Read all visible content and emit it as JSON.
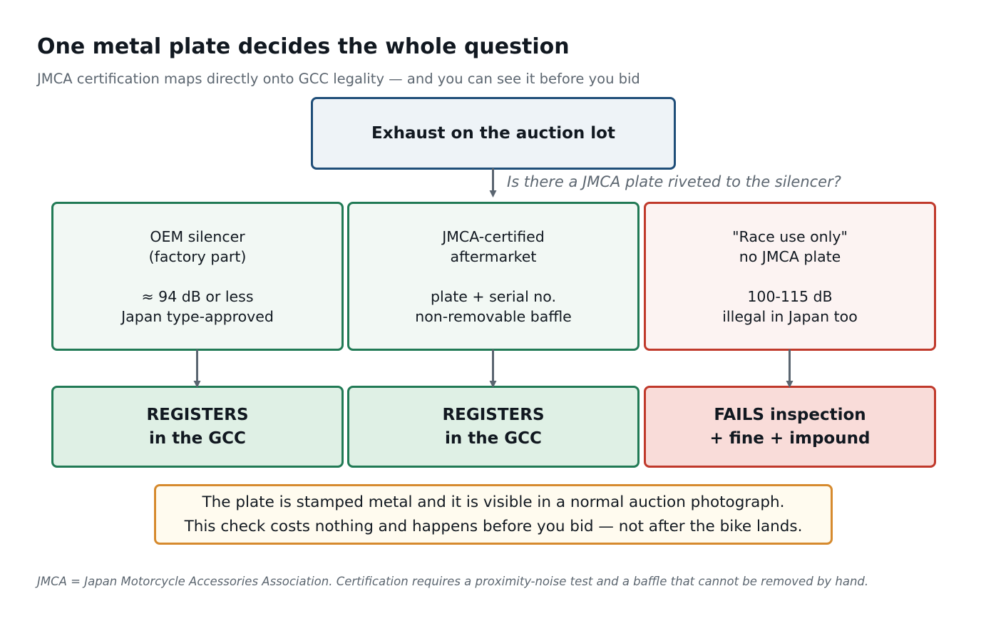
{
  "header": {
    "title": "One metal plate decides the whole question",
    "subtitle": "JMCA certification maps directly onto GCC legality — and you can see it before you bid"
  },
  "root": {
    "label": "Exhaust on the auction lot"
  },
  "question": "Is there a JMCA plate riveted to the silencer?",
  "branches": [
    {
      "line1": "OEM silencer",
      "line2": "(factory part)",
      "line3": "≈ 94 dB or less",
      "line4": "Japan type-approved",
      "result_line1": "REGISTERS",
      "result_line2": "in the GCC",
      "status_color": "#217a55"
    },
    {
      "line1": "JMCA-certified",
      "line2": "aftermarket",
      "line3": "plate + serial no.",
      "line4": "non-removable baffle",
      "result_line1": "REGISTERS",
      "result_line2": "in the GCC",
      "status_color": "#217a55"
    },
    {
      "line1": "\"Race use only\"",
      "line2": "no JMCA plate",
      "line3": "100-115 dB",
      "line4": "illegal in Japan too",
      "result_line1": "FAILS inspection",
      "result_line2": "+ fine + impound",
      "status_color": "#c0392b"
    }
  ],
  "note": {
    "line1": "The plate is stamped metal and it is visible in a normal auction photograph.",
    "line2": "This check costs nothing and happens before you bid — not after the bike lands."
  },
  "footer": "JMCA = Japan Motorcycle Accessories Association. Certification requires a proximity-noise test and a baffle that cannot be removed by hand.",
  "colors": {
    "arrow": "#5a6570",
    "root_border": "#1f4e79",
    "note_border": "#d68a2e"
  }
}
